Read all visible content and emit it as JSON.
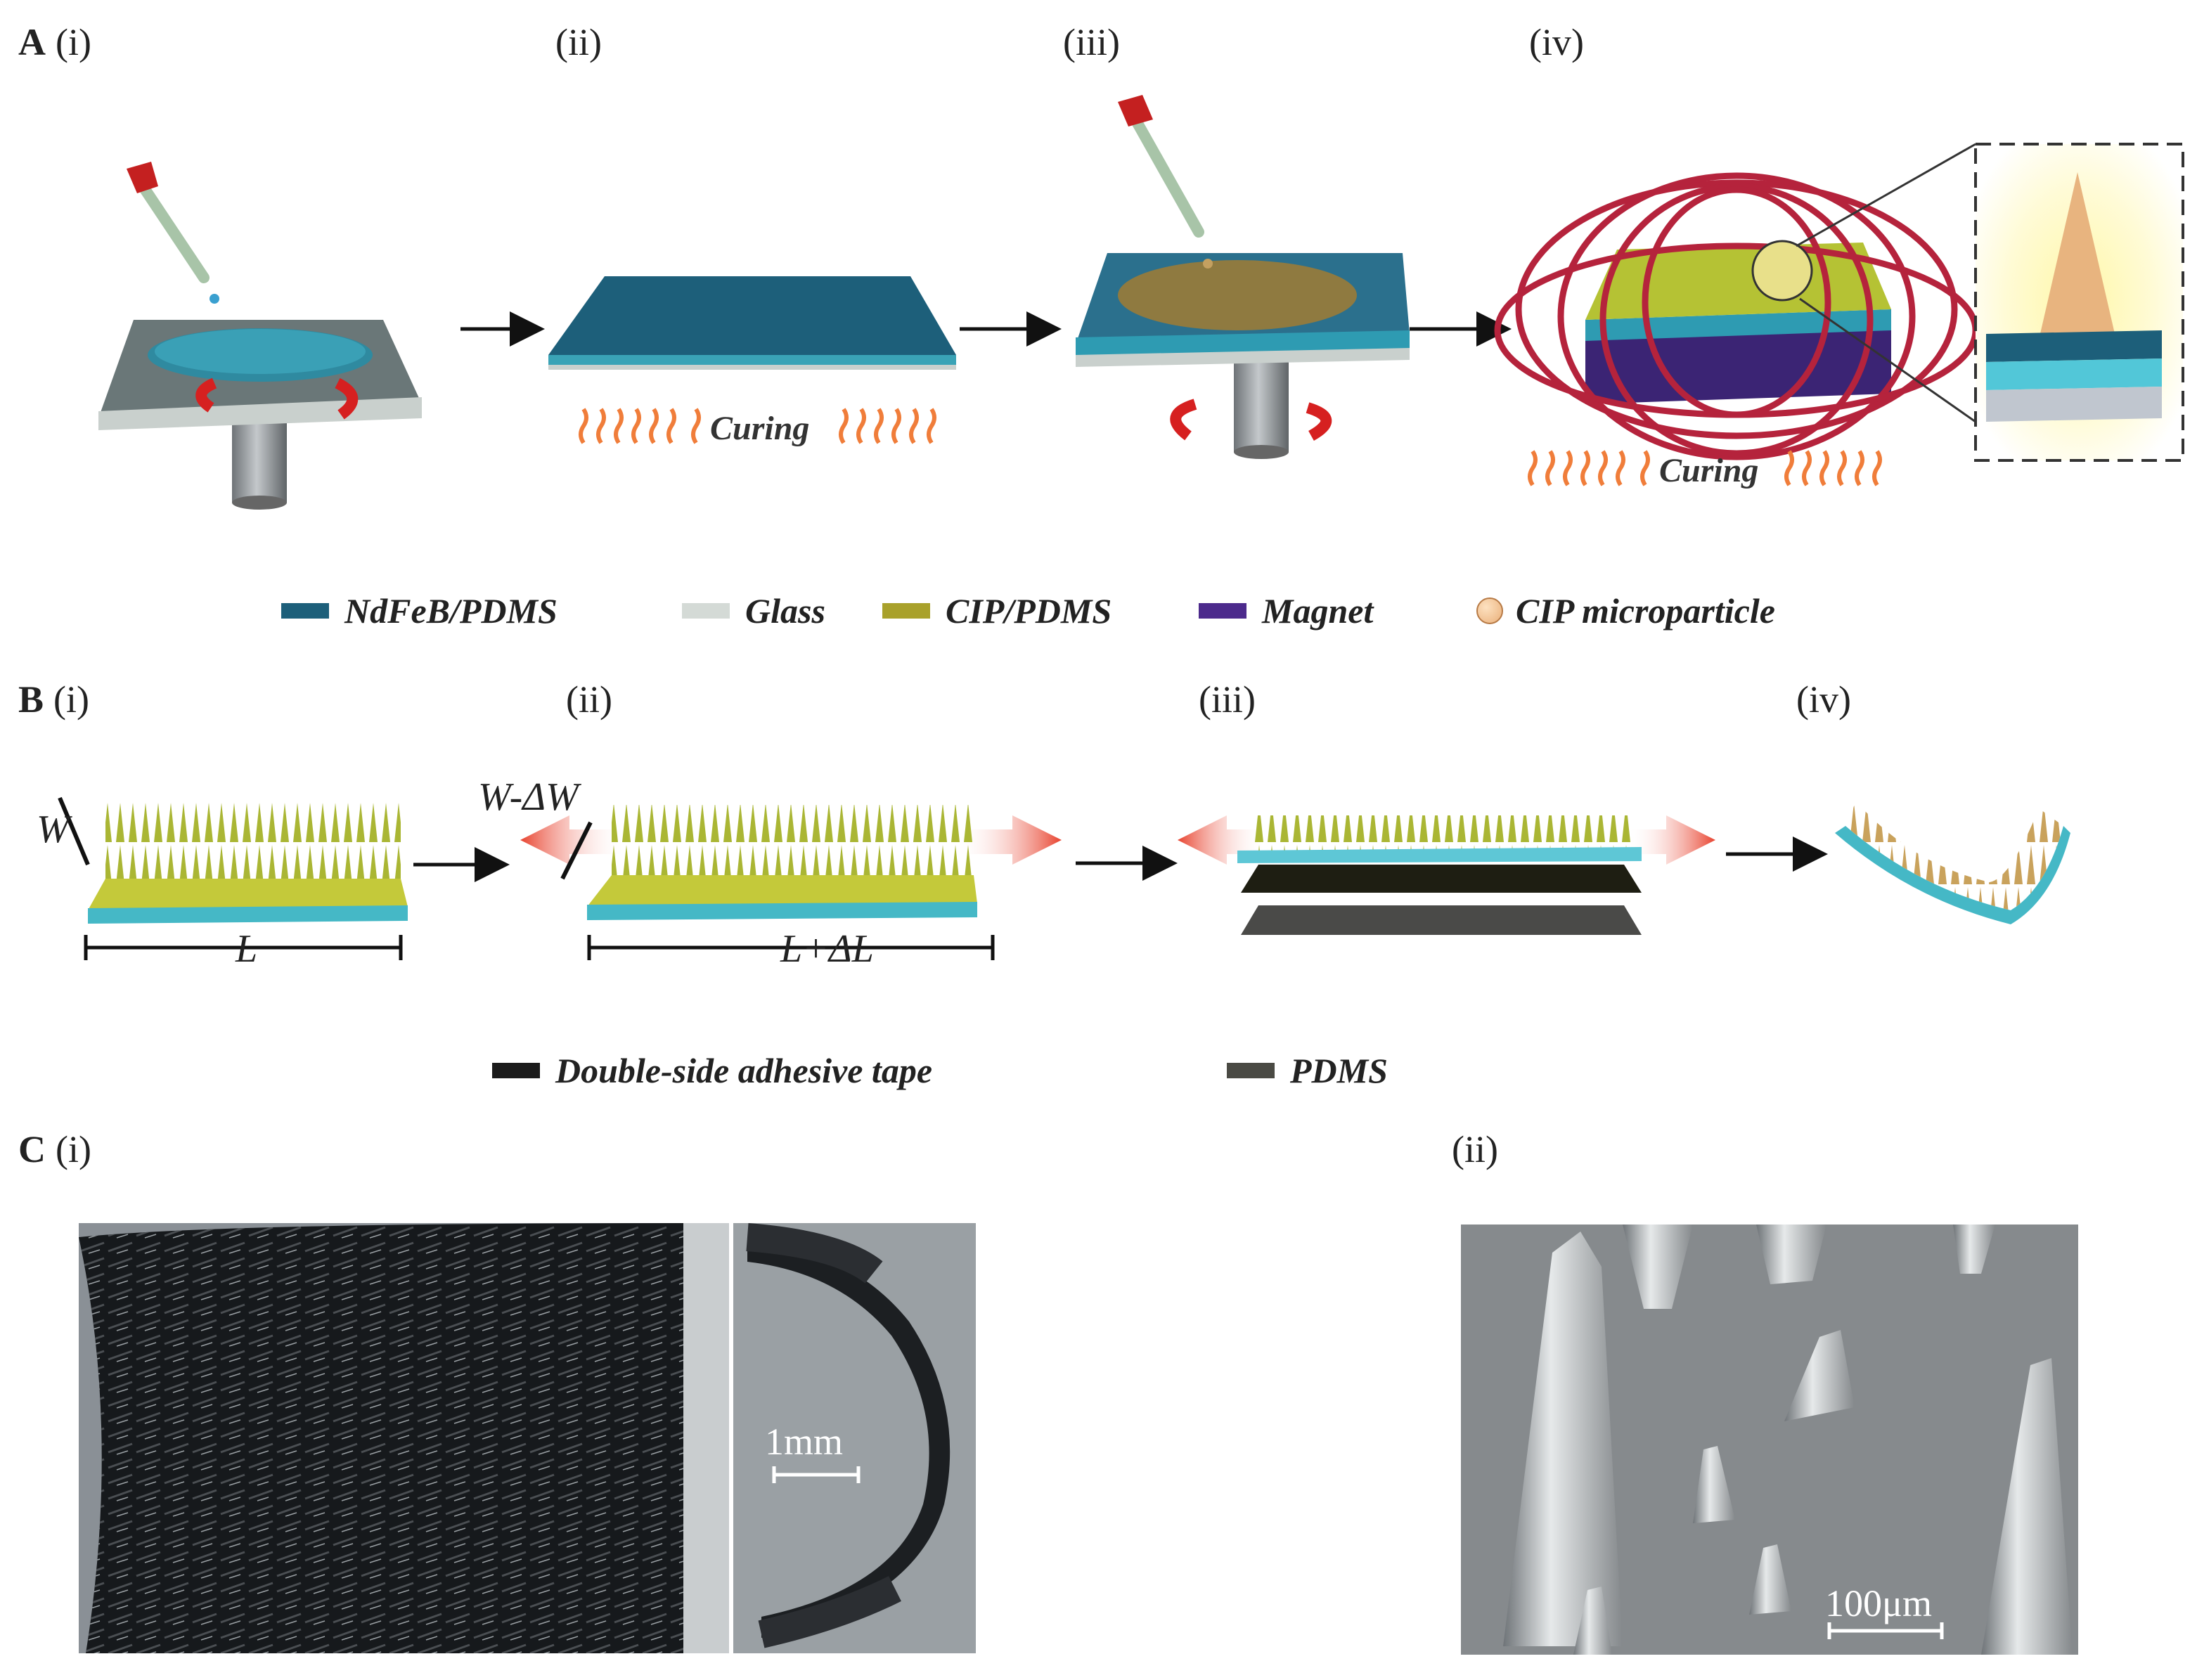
{
  "panelA": {
    "letter": "A",
    "steps": [
      "(i)",
      "(ii)",
      "(iii)",
      "(iv)"
    ],
    "curing_label": "Curing"
  },
  "legendA": [
    {
      "label": "NdFeB/PDMS",
      "color": "#1d5f7a"
    },
    {
      "label": "Glass",
      "color": "#d4dad6"
    },
    {
      "label": "CIP/PDMS",
      "color": "#a9a12b"
    },
    {
      "label": "Magnet",
      "color": "#4c2a8c"
    },
    {
      "label": "CIP microparticle",
      "color": "#f0c28f"
    }
  ],
  "panelB": {
    "letter": "B",
    "steps": [
      "(i)",
      "(ii)",
      "(iii)",
      "(iv)"
    ],
    "width_label": "W",
    "length_label": "L",
    "stretched_width_label": "W-ΔW",
    "stretched_length_label": "L+ΔL"
  },
  "legendB": [
    {
      "label": "Double-side adhesive tape",
      "color": "#1b1b1b"
    },
    {
      "label": "PDMS",
      "color": "#4a4a44"
    }
  ],
  "panelC": {
    "letter": "C",
    "steps": [
      "(i)",
      "(ii)"
    ],
    "scale_optical": "1mm",
    "scale_sem": "100μm"
  }
}
